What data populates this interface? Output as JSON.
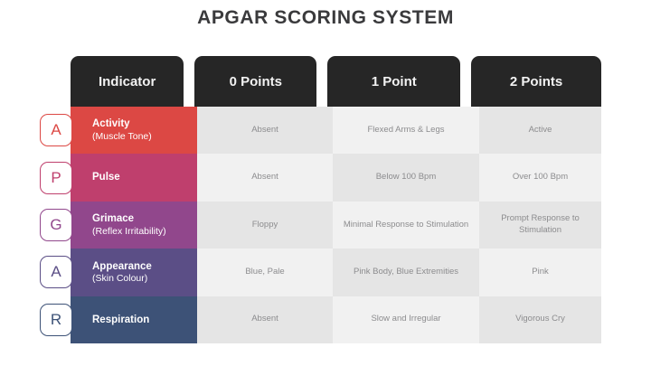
{
  "title": "APGAR SCORING SYSTEM",
  "columns": [
    {
      "label": "Indicator"
    },
    {
      "label": "0 Points"
    },
    {
      "label": "1 Point"
    },
    {
      "label": "2 Points"
    }
  ],
  "colors": {
    "header_bg": "#262626",
    "header_text": "#f2f2f2",
    "title_text": "#3a3a3c",
    "cell_text": "#8c8c8e",
    "cell_shade_dark": "#e5e5e5",
    "cell_shade_light": "#f1f1f1",
    "row_activity": "#dc4844",
    "row_pulse": "#bf3f6d",
    "row_grimace": "#91478c",
    "row_appearance": "#5b4e86",
    "row_respiration": "#3d5277"
  },
  "rows": [
    {
      "letter": "A",
      "name": "Activity",
      "sub": "(Muscle Tone)",
      "color": "#dc4844",
      "points": [
        "Absent",
        "Flexed Arms & Legs",
        "Active"
      ]
    },
    {
      "letter": "P",
      "name": "Pulse",
      "sub": "",
      "color": "#bf3f6d",
      "points": [
        "Absent",
        "Below 100 Bpm",
        "Over 100 Bpm"
      ]
    },
    {
      "letter": "G",
      "name": "Grimace",
      "sub": "(Reflex Irritability)",
      "color": "#91478c",
      "points": [
        "Floppy",
        "Minimal Response to Stimulation",
        "Prompt Response to Stimulation"
      ]
    },
    {
      "letter": "A",
      "name": "Appearance",
      "sub": "(Skin Colour)",
      "color": "#5b4e86",
      "points": [
        "Blue, Pale",
        "Pink Body, Blue Extremities",
        "Pink"
      ]
    },
    {
      "letter": "R",
      "name": "Respiration",
      "sub": "",
      "color": "#3d5277",
      "points": [
        "Absent",
        "Slow and Irregular",
        "Vigorous Cry"
      ]
    }
  ]
}
